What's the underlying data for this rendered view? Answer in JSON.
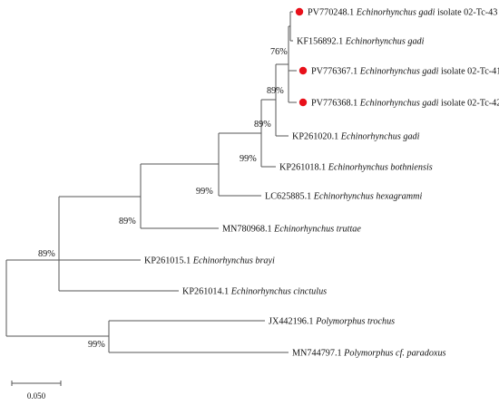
{
  "taxa": [
    {
      "id": "t1",
      "accession": "PV770248.1",
      "species": "Echinorhynchus gadi",
      "suffix": "isolate 02-Tc-43",
      "highlight": true
    },
    {
      "id": "t2",
      "accession": "KF156892.1",
      "species": "Echinorhynchus gadi",
      "suffix": "",
      "highlight": false
    },
    {
      "id": "t3",
      "accession": "PV776367.1",
      "species": "Echinorhynchus gadi",
      "suffix": "isolate 02-Tc-41",
      "highlight": true
    },
    {
      "id": "t4",
      "accession": "PV776368.1",
      "species": "Echinorhynchus gadi",
      "suffix": "isolate 02-Tc-42",
      "highlight": true
    },
    {
      "id": "t5",
      "accession": "KP261020.1",
      "species": "Echinorhynchus gadi",
      "suffix": "",
      "highlight": false
    },
    {
      "id": "t6",
      "accession": "KP261018.1",
      "species": "Echinorhynchus bothniensis",
      "suffix": "",
      "highlight": false
    },
    {
      "id": "t7",
      "accession": "LC625885.1",
      "species": "Echinorhynchus hexagrammi",
      "suffix": "",
      "highlight": false
    },
    {
      "id": "t8",
      "accession": "MN780968.1",
      "species": "Echinorhynchus truttae",
      "suffix": "",
      "highlight": false
    },
    {
      "id": "t9",
      "accession": "KP261015.1",
      "species": "Echinorhynchus brayi",
      "suffix": "",
      "highlight": false
    },
    {
      "id": "t10",
      "accession": "KP261014.1",
      "species": "Echinorhynchus cinctulus",
      "suffix": "",
      "highlight": false
    },
    {
      "id": "t11",
      "accession": "JX442196.1",
      "species": "Polymorphus trochus",
      "suffix": "",
      "highlight": false
    },
    {
      "id": "t12",
      "accession": "MN744797.1",
      "species": "Polymorphus cf. paradoxus",
      "suffix": "",
      "highlight": false
    }
  ],
  "bootstrap": [
    {
      "id": "n76",
      "label": "76%"
    },
    {
      "id": "n89a",
      "label": "89%"
    },
    {
      "id": "n89b",
      "label": "89%"
    },
    {
      "id": "n99a",
      "label": "99%"
    },
    {
      "id": "n99b",
      "label": "99%"
    },
    {
      "id": "n89c",
      "label": "89%"
    },
    {
      "id": "n89d",
      "label": "89%"
    },
    {
      "id": "n99c",
      "label": "99%"
    }
  ],
  "scale_bar": {
    "label": "0.050"
  },
  "colors": {
    "branch": "#555555",
    "highlight_dot": "#e8101a",
    "text": "#111111"
  }
}
